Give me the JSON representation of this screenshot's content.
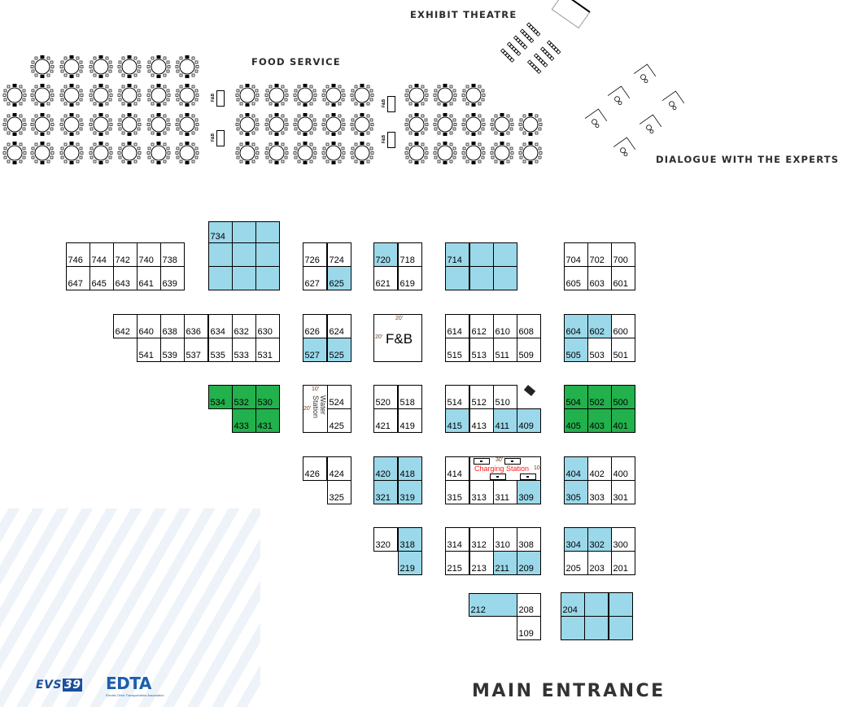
{
  "labels": {
    "exhibit_theatre": "EXHIBIT THEATRE",
    "food_service": "FOOD SERVICE",
    "dialogue": "DIALOGUE WITH THE EXPERTS",
    "main_entrance": "MAIN ENTRANCE"
  },
  "fb_booth": {
    "label": "F&B",
    "dim_w": "20'",
    "dim_h": "20'"
  },
  "water_station": {
    "label": "Water Station",
    "dim_w": "10'",
    "dim_h": "20'"
  },
  "charging_station": {
    "label": "Charging Station",
    "dim_w": "30'",
    "dim_h": "10'"
  },
  "fb_marker_label": "F&B",
  "logos": {
    "evs": "EVS",
    "evs_num": "39",
    "edta": "EDTA",
    "edta_sub": "Electric Drive Transportation Association"
  },
  "colors": {
    "white": "#ffffff",
    "blue": "#9bd8ea",
    "green": "#22b14c"
  },
  "booths": [
    {
      "label": "746",
      "color": "white"
    },
    {
      "label": "744",
      "color": "white"
    },
    {
      "label": "742",
      "color": "white"
    },
    {
      "label": "740",
      "color": "white"
    },
    {
      "label": "738",
      "color": "white"
    },
    {
      "label": "647",
      "color": "white"
    },
    {
      "label": "645",
      "color": "white"
    },
    {
      "label": "643",
      "color": "white"
    },
    {
      "label": "641",
      "color": "white"
    },
    {
      "label": "639",
      "color": "white"
    },
    {
      "label": "734",
      "color": "blue"
    },
    {
      "label": "",
      "color": "blue"
    },
    {
      "label": "",
      "color": "blue"
    },
    {
      "label": "",
      "color": "blue"
    },
    {
      "label": "",
      "color": "blue"
    },
    {
      "label": "",
      "color": "blue"
    },
    {
      "label": "",
      "color": "blue"
    },
    {
      "label": "",
      "color": "blue"
    },
    {
      "label": "",
      "color": "blue"
    },
    {
      "label": "726",
      "color": "white"
    },
    {
      "label": "724",
      "color": "white"
    },
    {
      "label": "627",
      "color": "white"
    },
    {
      "label": "625",
      "color": "blue"
    },
    {
      "label": "720",
      "color": "blue"
    },
    {
      "label": "718",
      "color": "white"
    },
    {
      "label": "621",
      "color": "white"
    },
    {
      "label": "619",
      "color": "white"
    },
    {
      "label": "714",
      "color": "blue"
    },
    {
      "label": "",
      "color": "blue"
    },
    {
      "label": "",
      "color": "blue"
    },
    {
      "label": "",
      "color": "blue"
    },
    {
      "label": "",
      "color": "blue"
    },
    {
      "label": "",
      "color": "blue"
    },
    {
      "label": "704",
      "color": "white"
    },
    {
      "label": "702",
      "color": "white"
    },
    {
      "label": "700",
      "color": "white"
    },
    {
      "label": "605",
      "color": "white"
    },
    {
      "label": "603",
      "color": "white"
    },
    {
      "label": "601",
      "color": "white"
    },
    {
      "label": "642",
      "color": "white"
    },
    {
      "label": "640",
      "color": "white"
    },
    {
      "label": "638",
      "color": "white"
    },
    {
      "label": "636",
      "color": "white"
    },
    {
      "label": "634",
      "color": "white"
    },
    {
      "label": "632",
      "color": "white"
    },
    {
      "label": "630",
      "color": "white"
    },
    {
      "label": "541",
      "color": "white"
    },
    {
      "label": "539",
      "color": "white"
    },
    {
      "label": "537",
      "color": "white"
    },
    {
      "label": "535",
      "color": "white"
    },
    {
      "label": "533",
      "color": "white"
    },
    {
      "label": "531",
      "color": "white"
    },
    {
      "label": "626",
      "color": "white"
    },
    {
      "label": "624",
      "color": "white"
    },
    {
      "label": "527",
      "color": "blue"
    },
    {
      "label": "525",
      "color": "blue"
    },
    {
      "label": "614",
      "color": "white"
    },
    {
      "label": "612",
      "color": "white"
    },
    {
      "label": "610",
      "color": "white"
    },
    {
      "label": "608",
      "color": "white"
    },
    {
      "label": "515",
      "color": "white"
    },
    {
      "label": "513",
      "color": "white"
    },
    {
      "label": "511",
      "color": "white"
    },
    {
      "label": "509",
      "color": "white"
    },
    {
      "label": "604",
      "color": "blue"
    },
    {
      "label": "602",
      "color": "blue"
    },
    {
      "label": "600",
      "color": "white"
    },
    {
      "label": "505",
      "color": "blue"
    },
    {
      "label": "503",
      "color": "white"
    },
    {
      "label": "501",
      "color": "white"
    },
    {
      "label": "534",
      "color": "green"
    },
    {
      "label": "532",
      "color": "green"
    },
    {
      "label": "530",
      "color": "green"
    },
    {
      "label": "433",
      "color": "green"
    },
    {
      "label": "431",
      "color": "green"
    },
    {
      "label": "524",
      "color": "white"
    },
    {
      "label": "425",
      "color": "white"
    },
    {
      "label": "520",
      "color": "white"
    },
    {
      "label": "518",
      "color": "white"
    },
    {
      "label": "421",
      "color": "white"
    },
    {
      "label": "419",
      "color": "white"
    },
    {
      "label": "514",
      "color": "white"
    },
    {
      "label": "512",
      "color": "white"
    },
    {
      "label": "510",
      "color": "white"
    },
    {
      "label": "415",
      "color": "blue"
    },
    {
      "label": "413",
      "color": "white"
    },
    {
      "label": "411",
      "color": "blue"
    },
    {
      "label": "409",
      "color": "blue"
    },
    {
      "label": "504",
      "color": "green"
    },
    {
      "label": "502",
      "color": "green"
    },
    {
      "label": "500",
      "color": "green"
    },
    {
      "label": "405",
      "color": "green"
    },
    {
      "label": "403",
      "color": "green"
    },
    {
      "label": "401",
      "color": "green"
    },
    {
      "label": "426",
      "color": "white"
    },
    {
      "label": "424",
      "color": "white"
    },
    {
      "label": "325",
      "color": "white"
    },
    {
      "label": "420",
      "color": "blue"
    },
    {
      "label": "418",
      "color": "blue"
    },
    {
      "label": "321",
      "color": "blue"
    },
    {
      "label": "319",
      "color": "blue"
    },
    {
      "label": "414",
      "color": "white"
    },
    {
      "label": "315",
      "color": "white"
    },
    {
      "label": "313",
      "color": "white"
    },
    {
      "label": "311",
      "color": "white"
    },
    {
      "label": "309",
      "color": "blue"
    },
    {
      "label": "404",
      "color": "blue"
    },
    {
      "label": "402",
      "color": "white"
    },
    {
      "label": "400",
      "color": "white"
    },
    {
      "label": "305",
      "color": "blue"
    },
    {
      "label": "303",
      "color": "white"
    },
    {
      "label": "301",
      "color": "white"
    },
    {
      "label": "320",
      "color": "white"
    },
    {
      "label": "318",
      "color": "blue"
    },
    {
      "label": "219",
      "color": "blue"
    },
    {
      "label": "314",
      "color": "white"
    },
    {
      "label": "312",
      "color": "white"
    },
    {
      "label": "310",
      "color": "white"
    },
    {
      "label": "308",
      "color": "white"
    },
    {
      "label": "215",
      "color": "white"
    },
    {
      "label": "213",
      "color": "white"
    },
    {
      "label": "211",
      "color": "blue"
    },
    {
      "label": "209",
      "color": "blue"
    },
    {
      "label": "304",
      "color": "blue"
    },
    {
      "label": "302",
      "color": "blue"
    },
    {
      "label": "300",
      "color": "white"
    },
    {
      "label": "205",
      "color": "white"
    },
    {
      "label": "203",
      "color": "white"
    },
    {
      "label": "201",
      "color": "white"
    },
    {
      "label": "212",
      "color": "blue"
    },
    {
      "label": "208",
      "color": "white"
    },
    {
      "label": "109",
      "color": "white"
    },
    {
      "label": "204",
      "color": "blue"
    },
    {
      "label": "",
      "color": "blue"
    },
    {
      "label": "",
      "color": "blue"
    },
    {
      "label": "",
      "color": "blue"
    },
    {
      "label": "",
      "color": "blue"
    },
    {
      "label": "",
      "color": "blue"
    }
  ]
}
